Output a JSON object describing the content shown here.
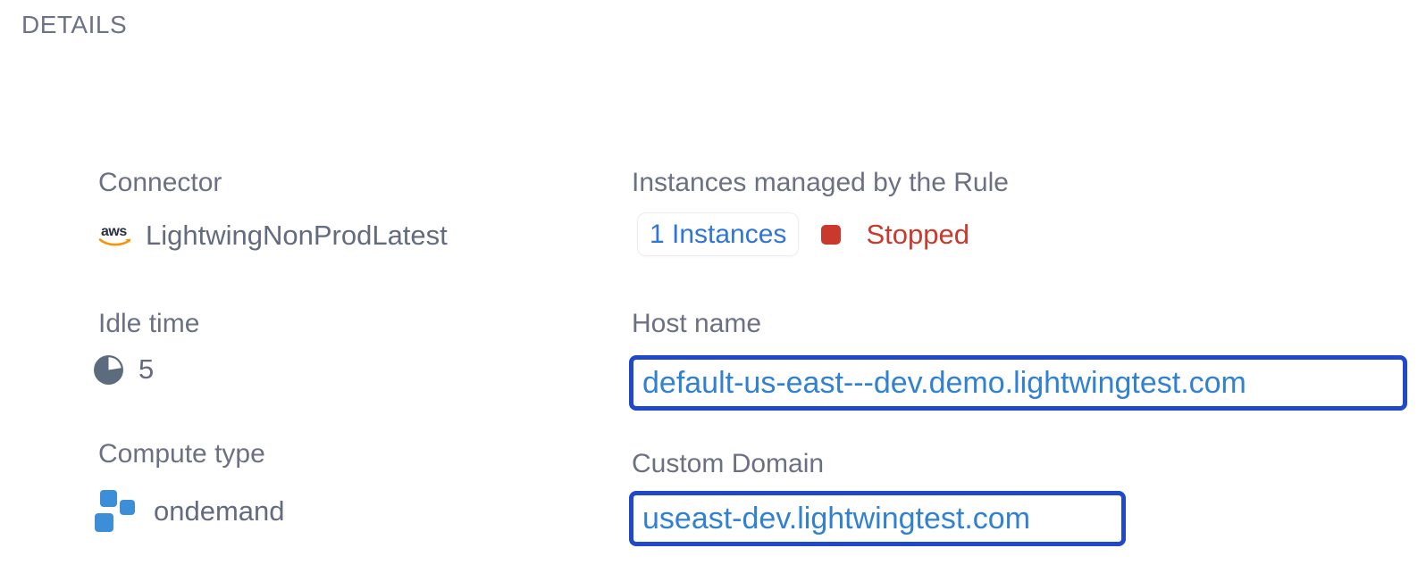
{
  "heading": "DETAILS",
  "colors": {
    "heading_gray": "#6e7287",
    "label_gray": "#6b7183",
    "value_gray": "#636b7e",
    "link_blue": "#2e75d6",
    "url_blue": "#3181d3",
    "box_border_blue": "#1f48cb",
    "status_red": "#c93a2c",
    "aws_navy": "#252f3e",
    "aws_orange": "#f79400",
    "pie_slate": "#5d6b7e",
    "squares_blue": "#3d8ed8"
  },
  "fields": {
    "connector": {
      "label": "Connector",
      "value": "LightwingNonProdLatest",
      "icon": "aws-logo-icon"
    },
    "instances": {
      "label": "Instances managed by the Rule",
      "count_link": "1 Instances",
      "status": "Stopped",
      "status_color": "#c93a2c"
    },
    "idle_time": {
      "label": "Idle time",
      "value": "5",
      "icon": "pie-chart-icon"
    },
    "host_name": {
      "label": "Host name",
      "value": "default-us-east---dev.demo.lightwingtest.com"
    },
    "compute_type": {
      "label": "Compute type",
      "value": "ondemand",
      "icon": "compute-squares-icon"
    },
    "custom_domain": {
      "label": "Custom Domain",
      "value": "useast-dev.lightwingtest.com"
    }
  }
}
